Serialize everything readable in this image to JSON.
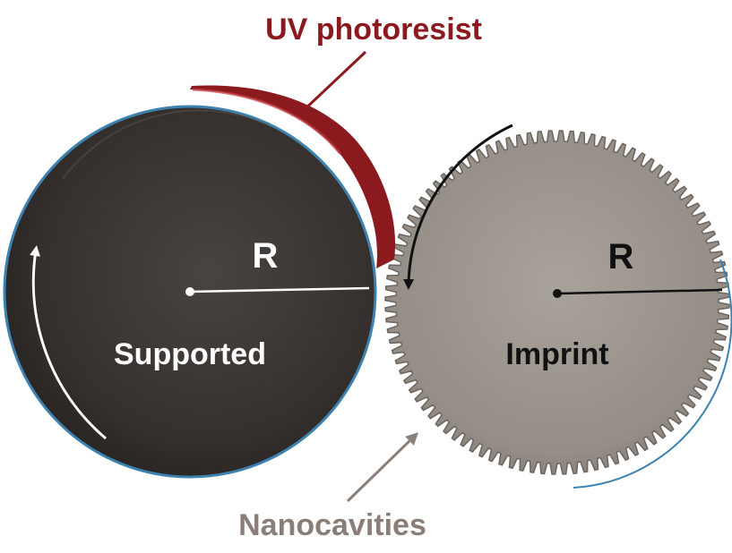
{
  "labels": {
    "top_callout": "UV photoresist",
    "bottom_callout": "Nanocavities",
    "left_radius": "R",
    "right_radius": "R",
    "left_roller": "Supported",
    "right_roller": "Imprint"
  },
  "colors": {
    "photoresist": "#8b1a1f",
    "left_roller": "#3a3532",
    "right_roller": "#9a938c",
    "rim": "#3d82b0",
    "callout_bottom": "#8a7f78",
    "text_light": "#ffffff",
    "text_dark": "#111111"
  },
  "gear": {
    "tooth_count": 100
  }
}
